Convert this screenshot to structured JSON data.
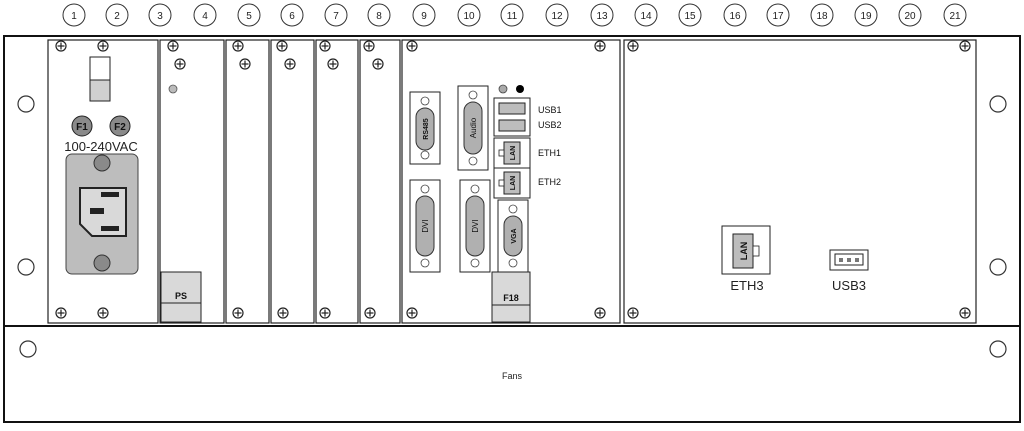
{
  "slot_numbers": [
    "1",
    "2",
    "3",
    "4",
    "5",
    "6",
    "7",
    "8",
    "9",
    "10",
    "11",
    "12",
    "13",
    "14",
    "15",
    "16",
    "17",
    "18",
    "19",
    "20",
    "21"
  ],
  "power": {
    "fuse1": "F1",
    "fuse2": "F2",
    "voltage": "100-240VAC"
  },
  "ps_label": "PS",
  "io": {
    "rs485": "RS485",
    "audio": "Audio",
    "dvi": "DVI",
    "vga": "VGA",
    "lan": "LAN",
    "usb1": "USB1",
    "usb2": "USB2",
    "eth1": "ETH1",
    "eth2": "ETH2",
    "f18": "F18"
  },
  "right_panel": {
    "lan": "LAN",
    "eth3": "ETH3",
    "usb3": "USB3"
  },
  "fans_label": "Fans",
  "colors": {
    "line": "#111111",
    "fill_gray": "#bdbdbd",
    "fill_dark": "#8a8a8a",
    "connector": "#b0b0b0",
    "tray": "#d9d9d9"
  }
}
